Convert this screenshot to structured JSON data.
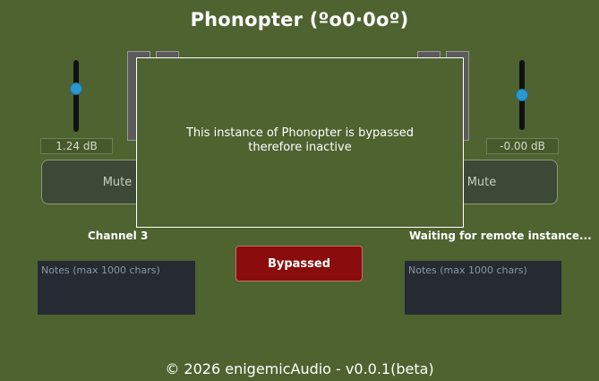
{
  "app": {
    "title": "Phonopter (ºo0·0oº)",
    "footer": "© 2026 enigemicAudio - v0.0.1(beta)"
  },
  "left_channel": {
    "gain_readout": "1.24 dB",
    "mute_label": "Mute",
    "channel_label": "Channel 3",
    "notes_placeholder": "Notes (max 1000 chars)"
  },
  "right_channel": {
    "gain_readout": "-0.00 dB",
    "mute_label": "Mute",
    "status_label": "Waiting for remote instance...",
    "notes_placeholder": "Notes (max 1000 chars)"
  },
  "bypass": {
    "button_label": "Bypassed",
    "overlay_line1": "This instance of Phonopter is bypassed",
    "overlay_line2": "therefore inactive"
  },
  "colors": {
    "background": "#4e6330",
    "bypass_red": "#8a0c0c",
    "slider_knob": "#2a98cf"
  }
}
